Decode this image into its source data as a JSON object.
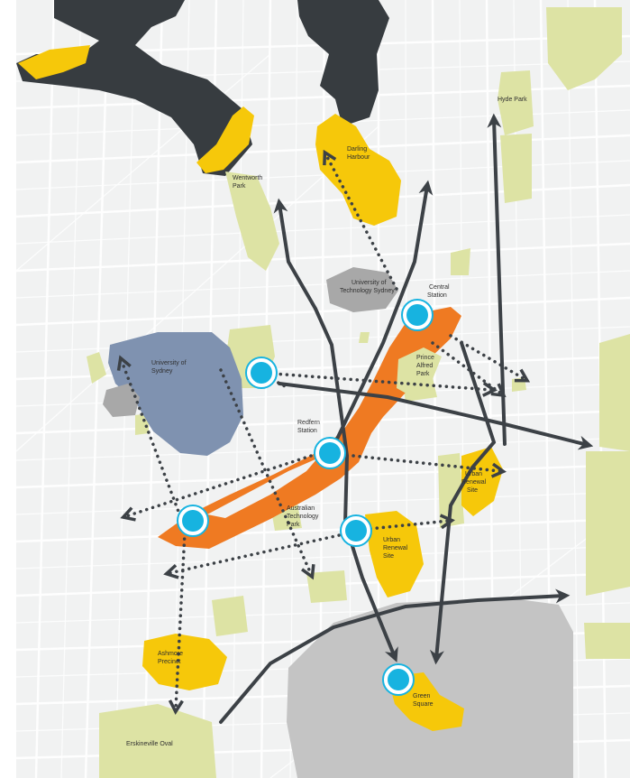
{
  "colors": {
    "background": "#f1f2f2",
    "streets": "#ffffff",
    "water": "#373c40",
    "park": "#dde3a4",
    "renewal": "#f6c80a",
    "university_sydney": "#7f92b0",
    "uts": "#a8a8a8",
    "green_square_zone": "#c4c4c4",
    "corridor": "#ef7a22",
    "station": "#17b3e0",
    "road": "#3c4146"
  },
  "labels": {
    "hyde_park": "Hyde Park",
    "darling_harbour_1": "Darling",
    "darling_harbour_2": "Harbour",
    "wentworth_park_1": "Wentworth",
    "wentworth_park_2": "Park",
    "uts_1": "University of",
    "uts_2": "Technology Sydney",
    "central_1": "Central",
    "central_2": "Station",
    "prince_alfred_1": "Prince",
    "prince_alfred_2": "Alfred",
    "prince_alfred_3": "Park",
    "usyd_1": "University of",
    "usyd_2": "Sydney",
    "redfern_1": "Redfern",
    "redfern_2": "Station",
    "urban_renewal_east_1": "Urban",
    "urban_renewal_east_2": "Renewal",
    "urban_renewal_east_3": "Site",
    "atp_1": "Australian",
    "atp_2": "Technology",
    "atp_3": "Park",
    "urban_renewal_south_1": "Urban",
    "urban_renewal_south_2": "Renewal",
    "urban_renewal_south_3": "Site",
    "ashmore_1": "Ashmore",
    "ashmore_2": "Precinct",
    "green_square_1": "Green",
    "green_square_2": "Square",
    "erskineville_oval": "Erskineville Oval"
  }
}
